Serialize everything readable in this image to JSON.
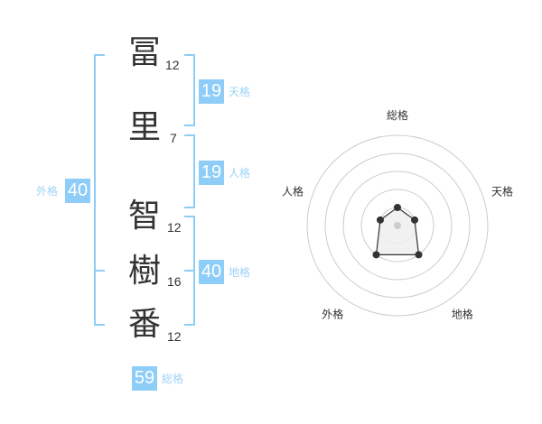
{
  "name": {
    "characters": [
      {
        "char": "冨",
        "strokes": "12"
      },
      {
        "char": "里",
        "strokes": "7"
      },
      {
        "char": "智",
        "strokes": "12"
      },
      {
        "char": "樹",
        "strokes": "16"
      },
      {
        "char": "番",
        "strokes": "12"
      }
    ]
  },
  "fortunes": {
    "tenkaku": {
      "label": "天格",
      "value": "19"
    },
    "jinkaku": {
      "label": "人格",
      "value": "19"
    },
    "chikaku": {
      "label": "地格",
      "value": "40"
    },
    "gaikaku": {
      "label": "外格",
      "value": "40"
    },
    "soukaku": {
      "label": "総格",
      "value": "59"
    }
  },
  "colors": {
    "accent": "#8ecdf7",
    "accent_text": "#9dd3f5",
    "text": "#333333",
    "ring": "#cccccc",
    "polygon_fill": "#eeeeee"
  },
  "chart_data": {
    "type": "radar",
    "axes": [
      "総格",
      "天格",
      "地格",
      "外格",
      "人格"
    ],
    "values": [
      1,
      1,
      2,
      2,
      1
    ],
    "range": [
      0,
      5
    ],
    "rings": 5,
    "grid": true
  }
}
